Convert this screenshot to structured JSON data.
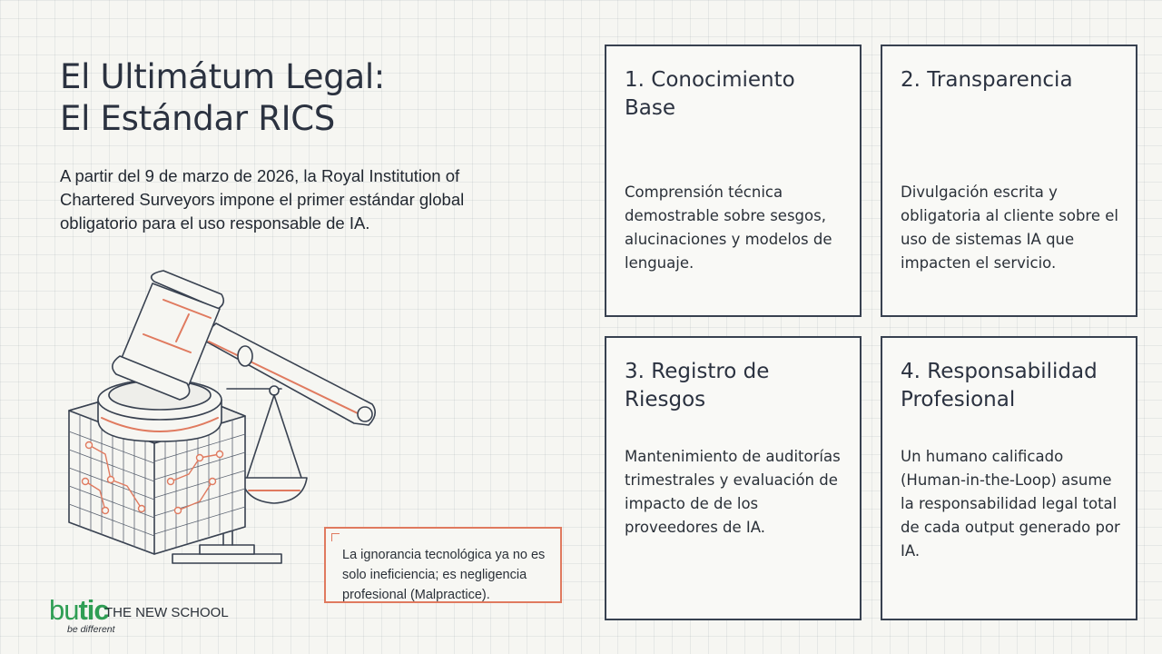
{
  "slide": {
    "title_line1": "El Ultimátum Legal:",
    "title_line2": "El Estándar RICS",
    "intro": "A partir del 9 de marzo de 2026, la Royal Institution of Chartered Surveyors impone el primer estándar global obligatorio para el uso responsable de IA."
  },
  "note": {
    "text": "La ignorancia tecnológica ya no es solo ineficiencia; es negligencia profesional (Malpractice)."
  },
  "cards": [
    {
      "title": "1. Conocimiento Base",
      "body": "Comprensión técnica demostrable sobre sesgos, alucinaciones y modelos de lenguaje."
    },
    {
      "title": "2. Transparencia",
      "body": "Divulgación escrita y obligatoria al cliente sobre el uso de sistemas IA que impacten el servicio."
    },
    {
      "title": "3. Registro de Riesgos",
      "body": "Mantenimiento de auditorías trimestrales y evaluación de impacto de de los proveedores de IA."
    },
    {
      "title": "4. Responsabilidad Profesional",
      "body": "Un humano calificado (Human-in-the-Loop) asume la responsabilidad legal total de cada output generado por IA."
    }
  ],
  "logo": {
    "brand_bu": "bu",
    "brand_tic": "tic",
    "school": "THE NEW SCHOOL",
    "slogan": "be different"
  },
  "icons": {
    "illustration": "gavel-scales-circuit-cube-illustration"
  },
  "colors": {
    "accent": "#e07a5f",
    "ink": "#384150",
    "brand": "#2f9e54"
  }
}
